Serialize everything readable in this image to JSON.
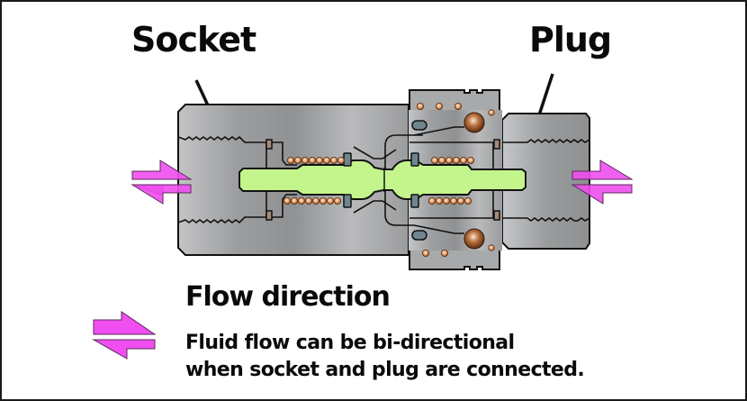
{
  "labels": {
    "socket": "Socket",
    "plug": "Plug"
  },
  "legend": {
    "title": "Flow direction",
    "description_line1": "Fluid flow can be bi-directional",
    "description_line2": "when socket and plug are connected.",
    "icon": "bidirectional-arrows-icon"
  },
  "colors": {
    "body_gray": "#9a9c9e",
    "body_highlight": "#c8c9cb",
    "valve_green": "#c4f58c",
    "spring_copper": "#d88a4a",
    "seal_blue_gray": "#6e8590",
    "ball_bronze": "#a8623a",
    "arrow_magenta": "#f04ef0",
    "outline": "#111111"
  }
}
